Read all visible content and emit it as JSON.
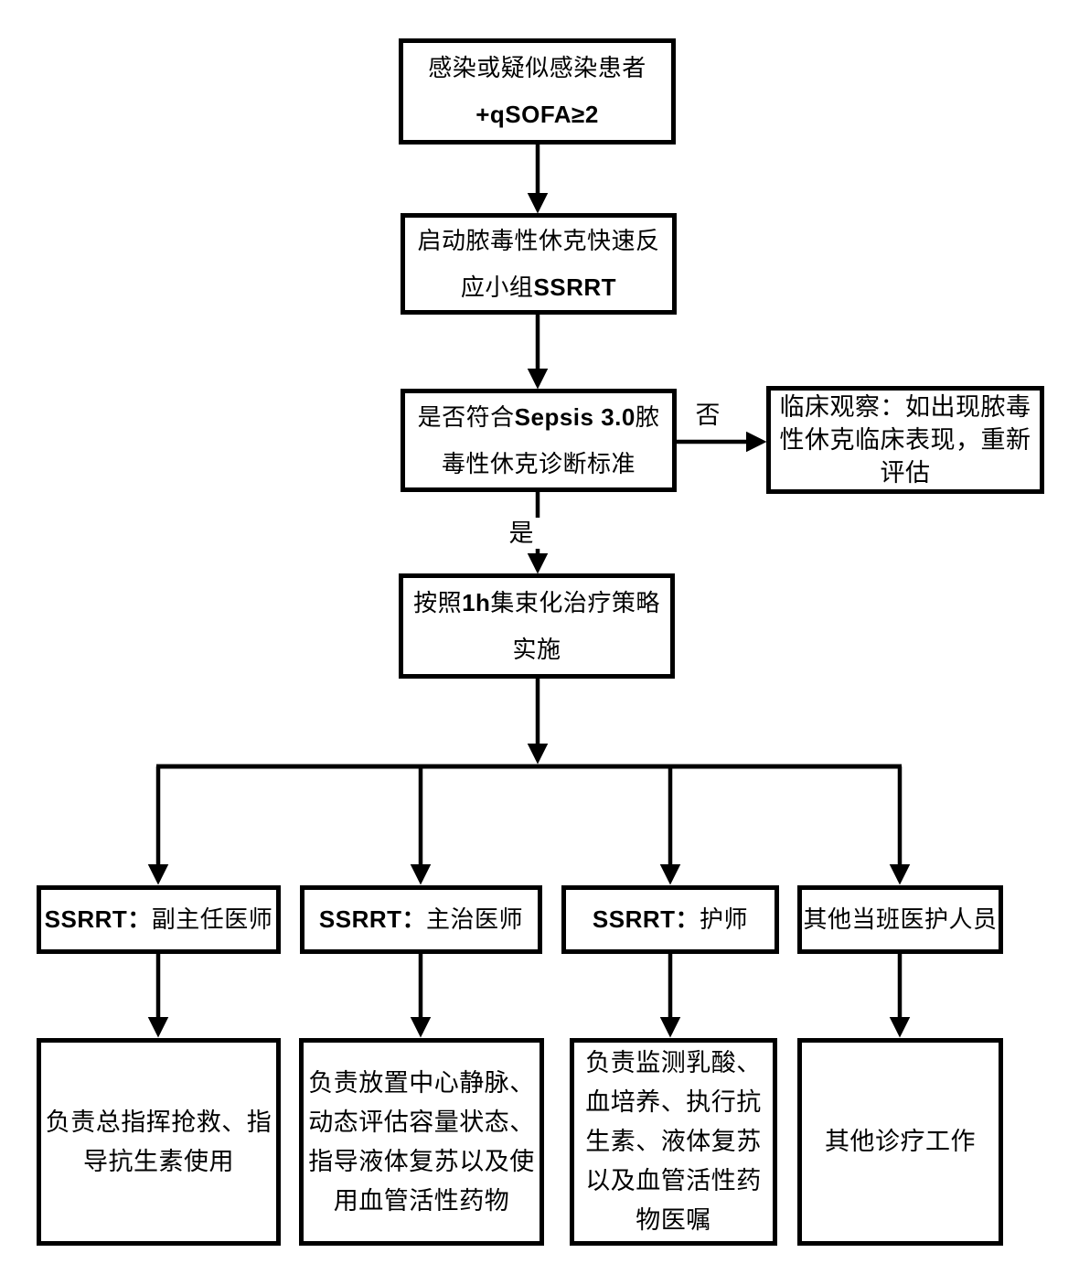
{
  "diagram": {
    "nodes": {
      "patient": {
        "line1": "感染或疑似感染患者",
        "line2": "+qSOFA≥2"
      },
      "activate": {
        "line1": "启动脓毒性休克快速反",
        "line2_pre": "应小组",
        "line2_em": "SSRRT"
      },
      "decision": {
        "line1_pre": "是否符合",
        "line1_em": "Sepsis 3.0",
        "line1_post": "脓",
        "line2": "毒性休克诊断标准"
      },
      "observe": {
        "text": "临床观察：如出现脓毒性休克临床表现，重新评估"
      },
      "bundle": {
        "line1_pre": "按照",
        "line1_em": "1h",
        "line1_post": "集束化治疗策略",
        "line2": "实施"
      },
      "roles": [
        {
          "em": "SSRRT：",
          "text": "副主任医师"
        },
        {
          "em": "SSRRT：",
          "text": "主治医师"
        },
        {
          "em": "SSRRT：",
          "text": "护师"
        },
        {
          "em": "",
          "text": "其他当班医护人员"
        }
      ],
      "duties": [
        {
          "text": "负责总指挥抢救、指导抗生素使用"
        },
        {
          "text": "负责放置中心静脉、动态评估容量状态、指导液体复苏以及使用血管活性药物"
        },
        {
          "text": "负责监测乳酸、血培养、执行抗生素、液体复苏以及血管活性药物医嘱"
        },
        {
          "text": "其他诊疗工作"
        }
      ]
    },
    "edge_labels": {
      "no": "否",
      "yes": "是"
    },
    "colors": {
      "line": "#000000",
      "background": "#ffffff",
      "text": "#000000"
    }
  }
}
